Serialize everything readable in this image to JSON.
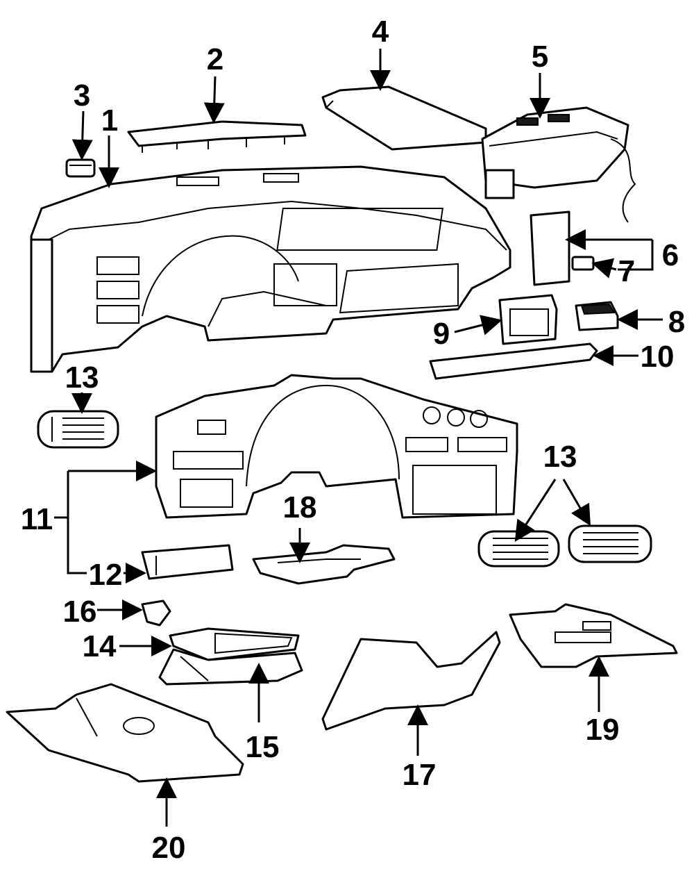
{
  "callouts": {
    "c1": "1",
    "c2": "2",
    "c3": "3",
    "c4": "4",
    "c5": "5",
    "c6": "6",
    "c7": "7",
    "c8": "8",
    "c9": "9",
    "c10": "10",
    "c11": "11",
    "c12": "12",
    "c13a": "13",
    "c13b": "13",
    "c14": "14",
    "c15": "15",
    "c16": "16",
    "c17": "17",
    "c18": "18",
    "c19": "19",
    "c20": "20"
  },
  "colors": {
    "line": "#000000",
    "background": "#ffffff"
  }
}
